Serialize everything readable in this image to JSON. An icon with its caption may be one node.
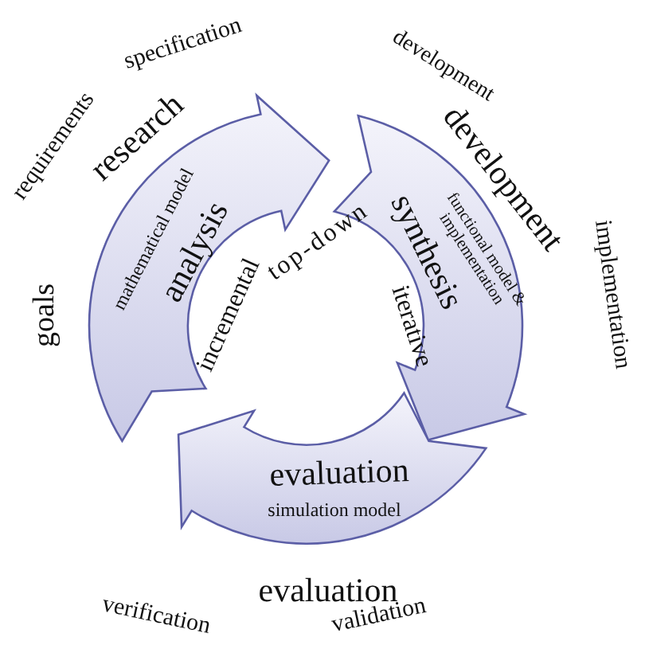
{
  "diagram": {
    "nodes": [
      {
        "text": [
          "analysis",
          "mathematical model"
        ]
      },
      {
        "text": [
          "synthesis",
          "functional model & implementation"
        ]
      },
      {
        "text": [
          "evaluation",
          "simulation model"
        ]
      }
    ],
    "labels": [
      "specification",
      "requirements",
      "research",
      "development",
      "development",
      "goals",
      "top-down",
      "incremental",
      "iterative",
      "implementation",
      "evaluation",
      "verification",
      "validation"
    ]
  }
}
